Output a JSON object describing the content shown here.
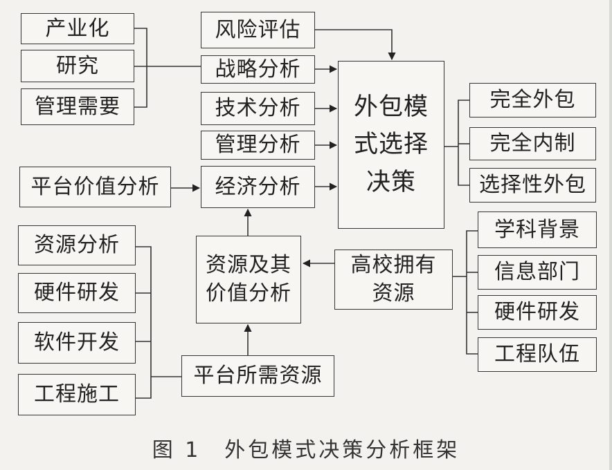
{
  "left_top_group": [
    "产业化",
    "研究",
    "管理需要"
  ],
  "center_analyses": [
    "风险评估",
    "战略分析",
    "技术分析",
    "管理分析",
    "经济分析"
  ],
  "platform_value": "平台价值分析",
  "decision": [
    "外包模",
    "式选择",
    "决策"
  ],
  "outcomes": [
    "完全外包",
    "完全内制",
    "选择性外包"
  ],
  "resource_value": [
    "资源及其",
    "价值分析"
  ],
  "university_resources": [
    "高校拥有",
    "资源"
  ],
  "university_items": [
    "学科背景",
    "信息部门",
    "硬件研发",
    "工程队伍"
  ],
  "left_bottom_group": [
    "资源分析",
    "硬件研发",
    "软件开发",
    "工程施工"
  ],
  "platform_needs": "平台所需资源",
  "caption": "图 1　外包模式决策分析框架"
}
